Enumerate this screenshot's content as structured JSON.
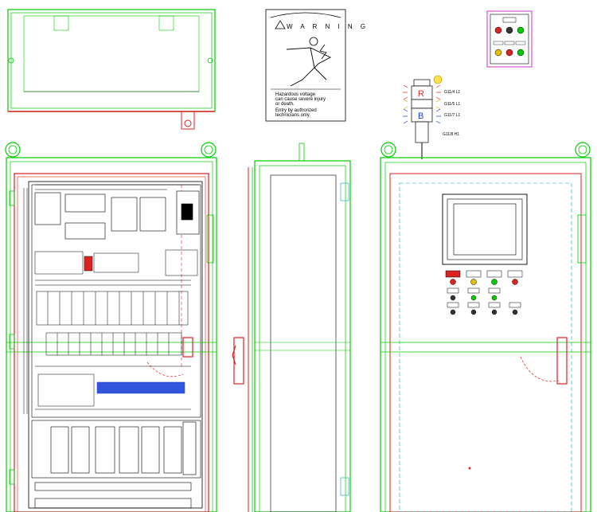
{
  "warning_label": {
    "title": "W A R N I N G",
    "lines": [
      "Hazardous voltage",
      "can cause severe injury",
      "or death.",
      "Entry by authorized",
      "technicians only."
    ]
  },
  "stack_light": {
    "segments": [
      {
        "letter": "R",
        "tag": "G11/4 L1",
        "color": "#e03030"
      },
      {
        "letter": "",
        "tag": "G11/5 L1",
        "color": "#e0b000"
      },
      {
        "letter": "B",
        "tag": "G11/7 L1",
        "color": "#2040d0"
      }
    ],
    "bottom_tag": "G11/8 H1"
  },
  "colors": {
    "frame": "#00cc00",
    "red_line": "#dd2222",
    "steel": "#000000",
    "blue": "#2244cc",
    "cyan": "#00aaaa",
    "magenta": "#cc33cc"
  }
}
